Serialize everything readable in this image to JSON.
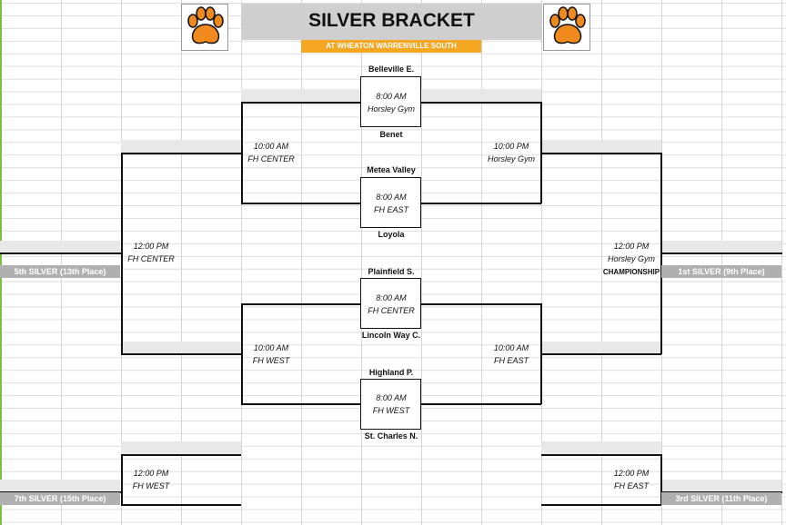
{
  "header": {
    "title": "SILVER BRACKET",
    "subtitle": "AT WHEATON WARRENVILLE SOUTH"
  },
  "teams": {
    "t1": "Belleville E.",
    "t2": "Benet",
    "t3": "Metea Valley",
    "t4": "Loyola",
    "t5": "Plainfield S.",
    "t6": "Lincoln Way C.",
    "t7": "Highland P.",
    "t8": "St. Charles N."
  },
  "games": {
    "g1": {
      "time": "8:00 AM",
      "venue": "Horsley Gym"
    },
    "g2": {
      "time": "8:00 AM",
      "venue": "FH EAST"
    },
    "g3": {
      "time": "8:00 AM",
      "venue": "FH CENTER"
    },
    "g4": {
      "time": "8:00 AM",
      "venue": "FH WEST"
    },
    "sf_left_top": {
      "time": "10:00 AM",
      "venue": "FH CENTER"
    },
    "sf_right_top": {
      "time": "10:00 PM",
      "venue": "Horsley Gym"
    },
    "sf_left_bottom": {
      "time": "10:00 AM",
      "venue": "FH WEST"
    },
    "sf_right_bottom": {
      "time": "10:00 AM",
      "venue": "FH EAST"
    },
    "left_final": {
      "time": "12:00 PM",
      "venue": "FH CENTER"
    },
    "championship": {
      "time": "12:00 PM",
      "venue": "Horsley Gym",
      "label": "CHAMPIONSHIP"
    },
    "left_consolation": {
      "time": "12:00 PM",
      "venue": "FH WEST"
    },
    "right_consolation": {
      "time": "12:00 PM",
      "venue": "FH EAST"
    }
  },
  "places": {
    "fifth": "5th SILVER (13th Place)",
    "first": "1st SILVER (9th Place)",
    "seventh": "7th SILVER (15th Place)",
    "third": "3rd SILVER (11th Place)"
  },
  "colors": {
    "accent": "#f5a623",
    "title_bg": "#cfcfcf",
    "place_bg": "#b0b0b0",
    "logo": "#f08a1c"
  },
  "icons": {
    "logo": "tiger-paw-icon"
  }
}
